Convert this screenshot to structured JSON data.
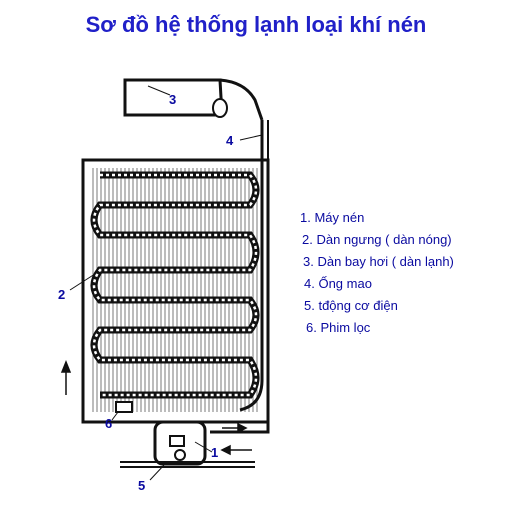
{
  "title": "Sơ đồ hệ thống lạnh loại khí nén",
  "legend": [
    "1. Máy nén",
    "2. Dàn ngưng ( dàn nóng)",
    "3. Dàn bay hơi ( dàn lạnh)",
    "4. Ống mao",
    "5. tđộng cơ điện",
    "6. Phim lọc"
  ],
  "callouts": {
    "compressor": "1",
    "condenser": "2",
    "evaporator": "3",
    "capillary": "4",
    "motor": "5",
    "filter": "6"
  },
  "colors": {
    "title": "#2020c8",
    "text": "#0a0aa0",
    "line": "#1a1a1a"
  }
}
